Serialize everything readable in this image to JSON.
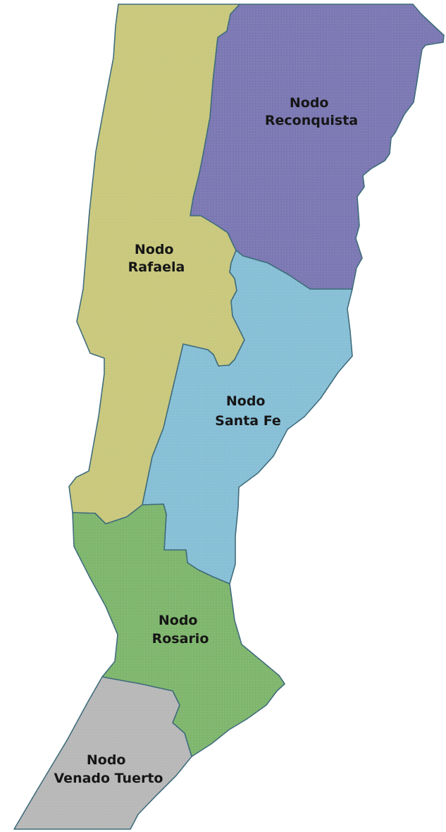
{
  "map": {
    "regions": [
      {
        "id": "reconquista",
        "lines": [
          "Nodo",
          "Reconquista"
        ],
        "color": "#7b78b3"
      },
      {
        "id": "rafaela",
        "lines": [
          "Nodo",
          "Rafaela"
        ],
        "color": "#c9c87d"
      },
      {
        "id": "santa-fe",
        "lines": [
          "Nodo",
          "Santa Fe"
        ],
        "color": "#87bfd6"
      },
      {
        "id": "rosario",
        "lines": [
          "Nodo",
          "Rosario"
        ],
        "color": "#7fb66d"
      },
      {
        "id": "venado-tuerto",
        "lines": [
          "Nodo",
          "Venado Tuerto"
        ],
        "color": "#b8b8b8"
      }
    ]
  }
}
